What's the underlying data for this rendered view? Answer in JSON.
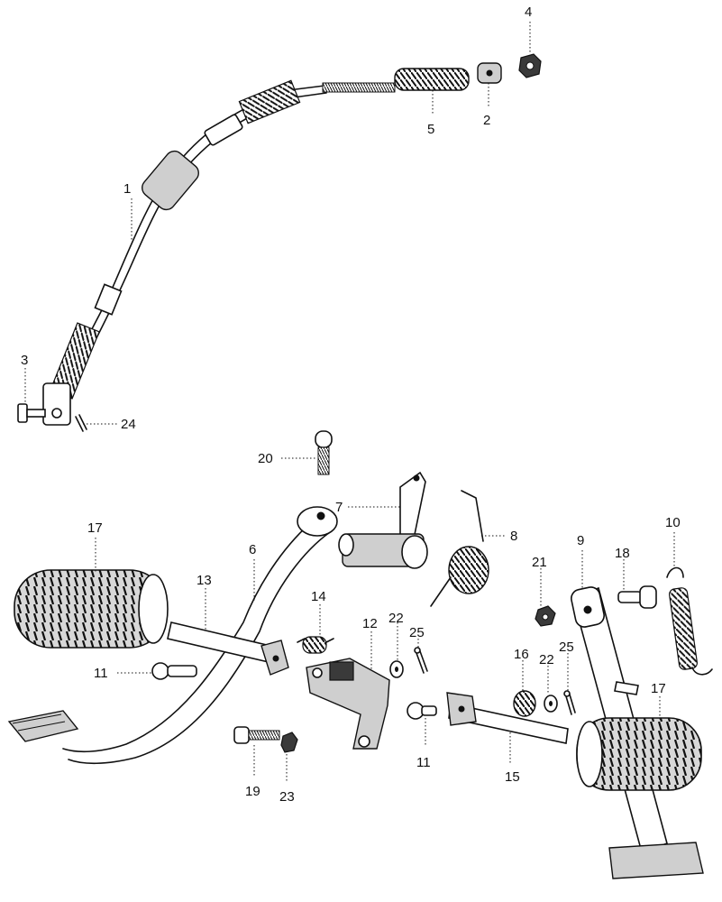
{
  "callouts": {
    "c1": "1",
    "c2": "2",
    "c3": "3",
    "c4": "4",
    "c5": "5",
    "c6": "6",
    "c7": "7",
    "c8": "8",
    "c9": "9",
    "c10": "10",
    "c11a": "11",
    "c11b": "11",
    "c12": "12",
    "c13": "13",
    "c14": "14",
    "c15": "15",
    "c16": "16",
    "c17a": "17",
    "c17b": "17",
    "c18": "18",
    "c19": "19",
    "c20": "20",
    "c21": "21",
    "c22a": "22",
    "c22b": "22",
    "c23": "23",
    "c24": "24",
    "c25a": "25",
    "c25b": "25"
  }
}
